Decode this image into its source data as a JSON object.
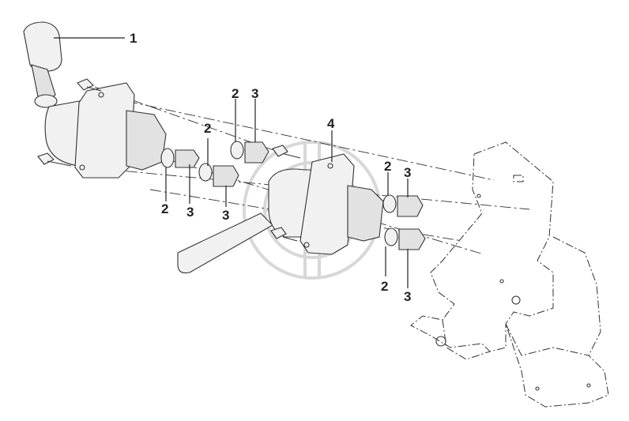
{
  "diagram": {
    "labels": [
      {
        "id": "lbl-1",
        "text": "1"
      },
      {
        "id": "lbl-2a",
        "text": "2"
      },
      {
        "id": "lbl-3a",
        "text": "3"
      },
      {
        "id": "lbl-2b",
        "text": "2"
      },
      {
        "id": "lbl-4",
        "text": "4"
      },
      {
        "id": "lbl-2c",
        "text": "2"
      },
      {
        "id": "lbl-3b",
        "text": "3"
      },
      {
        "id": "lbl-2d",
        "text": "2"
      },
      {
        "id": "lbl-3c",
        "text": "3"
      },
      {
        "id": "lbl-3d",
        "text": "3"
      },
      {
        "id": "lbl-2e",
        "text": "2"
      },
      {
        "id": "lbl-3e",
        "text": "3"
      }
    ]
  }
}
